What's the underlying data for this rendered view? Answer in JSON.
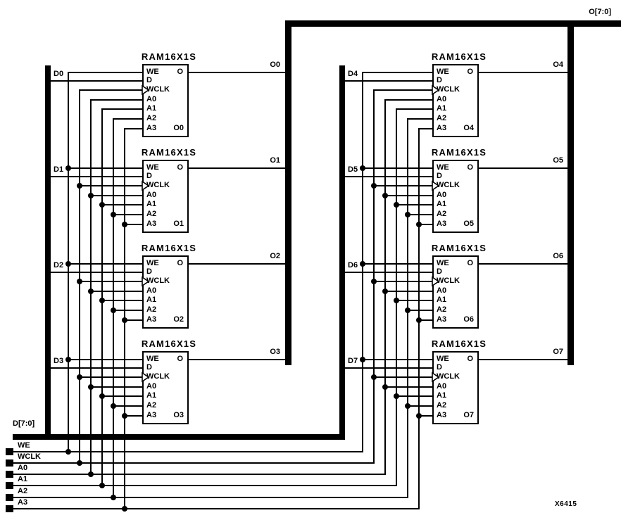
{
  "diagram": {
    "figure_id": "X6415",
    "output_bus_label": "O[7:0]",
    "input_bus_label": "D[7:0]",
    "pin_labels": {
      "we": "WE",
      "d": "D",
      "wclk": "WCLK",
      "a0": "A0",
      "a1": "A1",
      "a2": "A2",
      "a3": "A3",
      "o": "O"
    },
    "bottom_inputs": [
      {
        "label": "WE"
      },
      {
        "label": "WCLK"
      },
      {
        "label": "A0"
      },
      {
        "label": "A1"
      },
      {
        "label": "A2"
      },
      {
        "label": "A3"
      }
    ],
    "blocks": [
      {
        "title": "RAM16X1S",
        "d_net": "D0",
        "o_net": "O0",
        "out_label": "O0"
      },
      {
        "title": "RAM16X1S",
        "d_net": "D1",
        "o_net": "O1",
        "out_label": "O1"
      },
      {
        "title": "RAM16X1S",
        "d_net": "D2",
        "o_net": "O2",
        "out_label": "O2"
      },
      {
        "title": "RAM16X1S",
        "d_net": "D3",
        "o_net": "O3",
        "out_label": "O3"
      },
      {
        "title": "RAM16X1S",
        "d_net": "D4",
        "o_net": "O4",
        "out_label": "O4"
      },
      {
        "title": "RAM16X1S",
        "d_net": "D5",
        "o_net": "O5",
        "out_label": "O5"
      },
      {
        "title": "RAM16X1S",
        "d_net": "D6",
        "o_net": "O6",
        "out_label": "O6"
      },
      {
        "title": "RAM16X1S",
        "d_net": "D7",
        "o_net": "O7",
        "out_label": "O7"
      }
    ],
    "colors": {
      "ink": "#000000",
      "paper": "#ffffff"
    }
  }
}
